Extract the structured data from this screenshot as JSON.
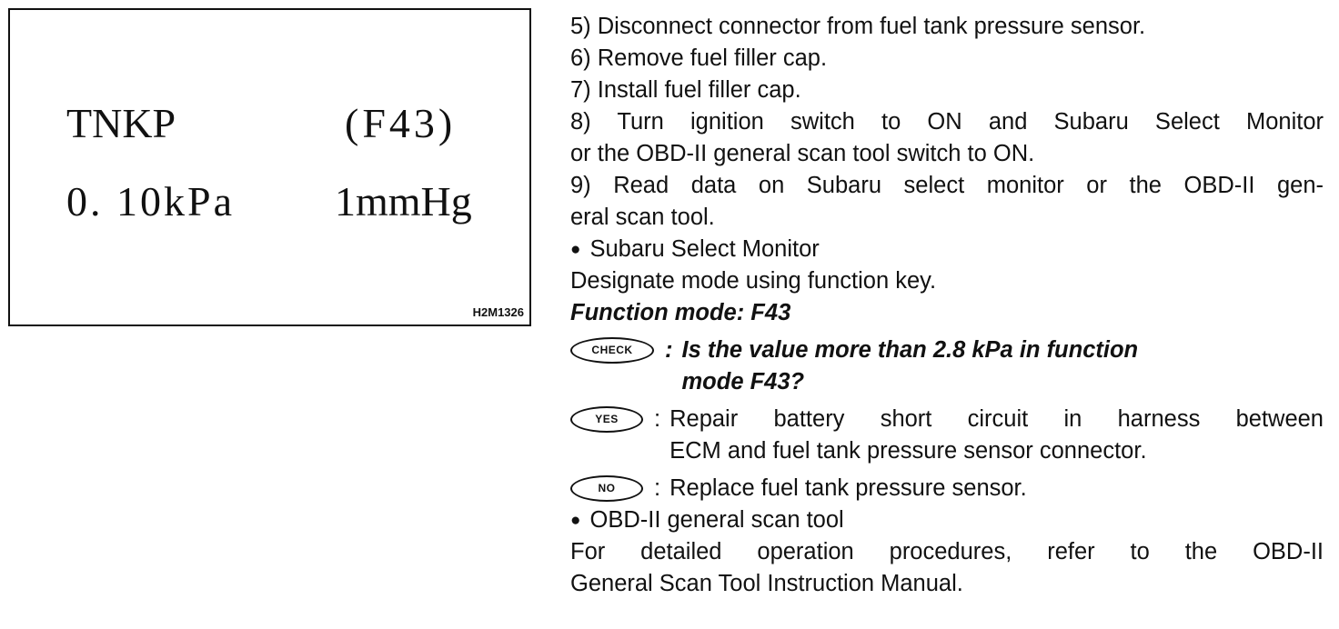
{
  "figure": {
    "line1_label": "TNKP",
    "line1_mode": "(F43)",
    "line2_value": "0. 10kPa",
    "line2_unit": "1mmHg",
    "code": "H2M1326"
  },
  "steps": {
    "s5": "5)  Disconnect connector from fuel tank pressure sensor.",
    "s6": "6)  Remove fuel filler cap.",
    "s7": "7)  Install fuel filler cap.",
    "s8_a": "8)  Turn ignition switch to ON and Subaru Select Monitor",
    "s8_b": "or the OBD-II general scan tool switch to ON.",
    "s9_a": "9)  Read data on Subaru select monitor or the OBD-II gen-",
    "s9_b": "eral scan tool."
  },
  "ssm": {
    "bullet": "Subaru Select Monitor",
    "instruction": "Designate mode using function key.",
    "function_mode": "Function mode: F43"
  },
  "check": {
    "badge": "CHECK",
    "colon": ":",
    "question_a": "Is the value more than 2.8 kPa in function",
    "question_b": "mode F43?"
  },
  "yes": {
    "badge": "YES",
    "colon": ":",
    "text_a": "Repair battery short circuit in harness between",
    "text_b": "ECM and fuel tank pressure sensor connector."
  },
  "no": {
    "badge": "NO",
    "colon": ":",
    "text": "Replace fuel tank pressure sensor."
  },
  "obd": {
    "bullet": "OBD-II general scan tool",
    "text_a": "For detailed operation procedures, refer to the OBD-II",
    "text_b": "General Scan Tool Instruction Manual."
  }
}
